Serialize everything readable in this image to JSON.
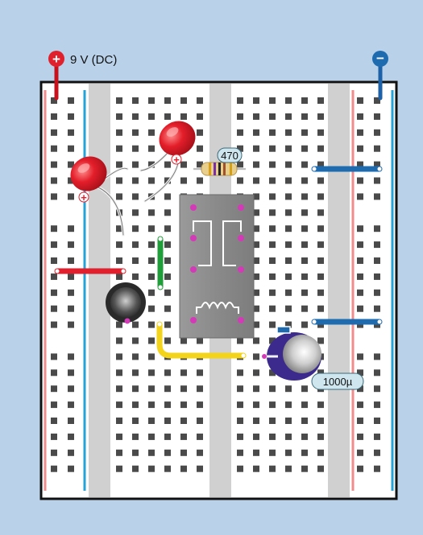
{
  "labels": {
    "supply": "9 V (DC)",
    "positive_symbol": "+",
    "negative_symbol": "−",
    "resistor_value": "470",
    "capacitor_value": "1000µ"
  },
  "colors": {
    "background": "#b9d2ea",
    "board": "#ffffff",
    "board_border": "#111111",
    "channel": "#c9c9c9",
    "hole": "#4a4a4a",
    "rail_positive": "#f08c8c",
    "rail_negative": "#23a3d8",
    "wire_red": "#e0202c",
    "wire_blue": "#1f6bb0",
    "wire_green": "#1f9e3a",
    "wire_yellow": "#f3d41a",
    "led_red": "#e31e2a",
    "relay_body": "#8e8e8e",
    "capacitor": "#3c2a8c"
  },
  "components": [
    "power-probe-positive-icon",
    "power-probe-negative-icon",
    "led-1",
    "led-2",
    "resistor-470",
    "relay",
    "transistor",
    "capacitor-1000u",
    "jumper-wire-red",
    "jumper-wire-blue-top",
    "jumper-wire-blue-bottom",
    "jumper-wire-green",
    "jumper-wire-yellow"
  ]
}
